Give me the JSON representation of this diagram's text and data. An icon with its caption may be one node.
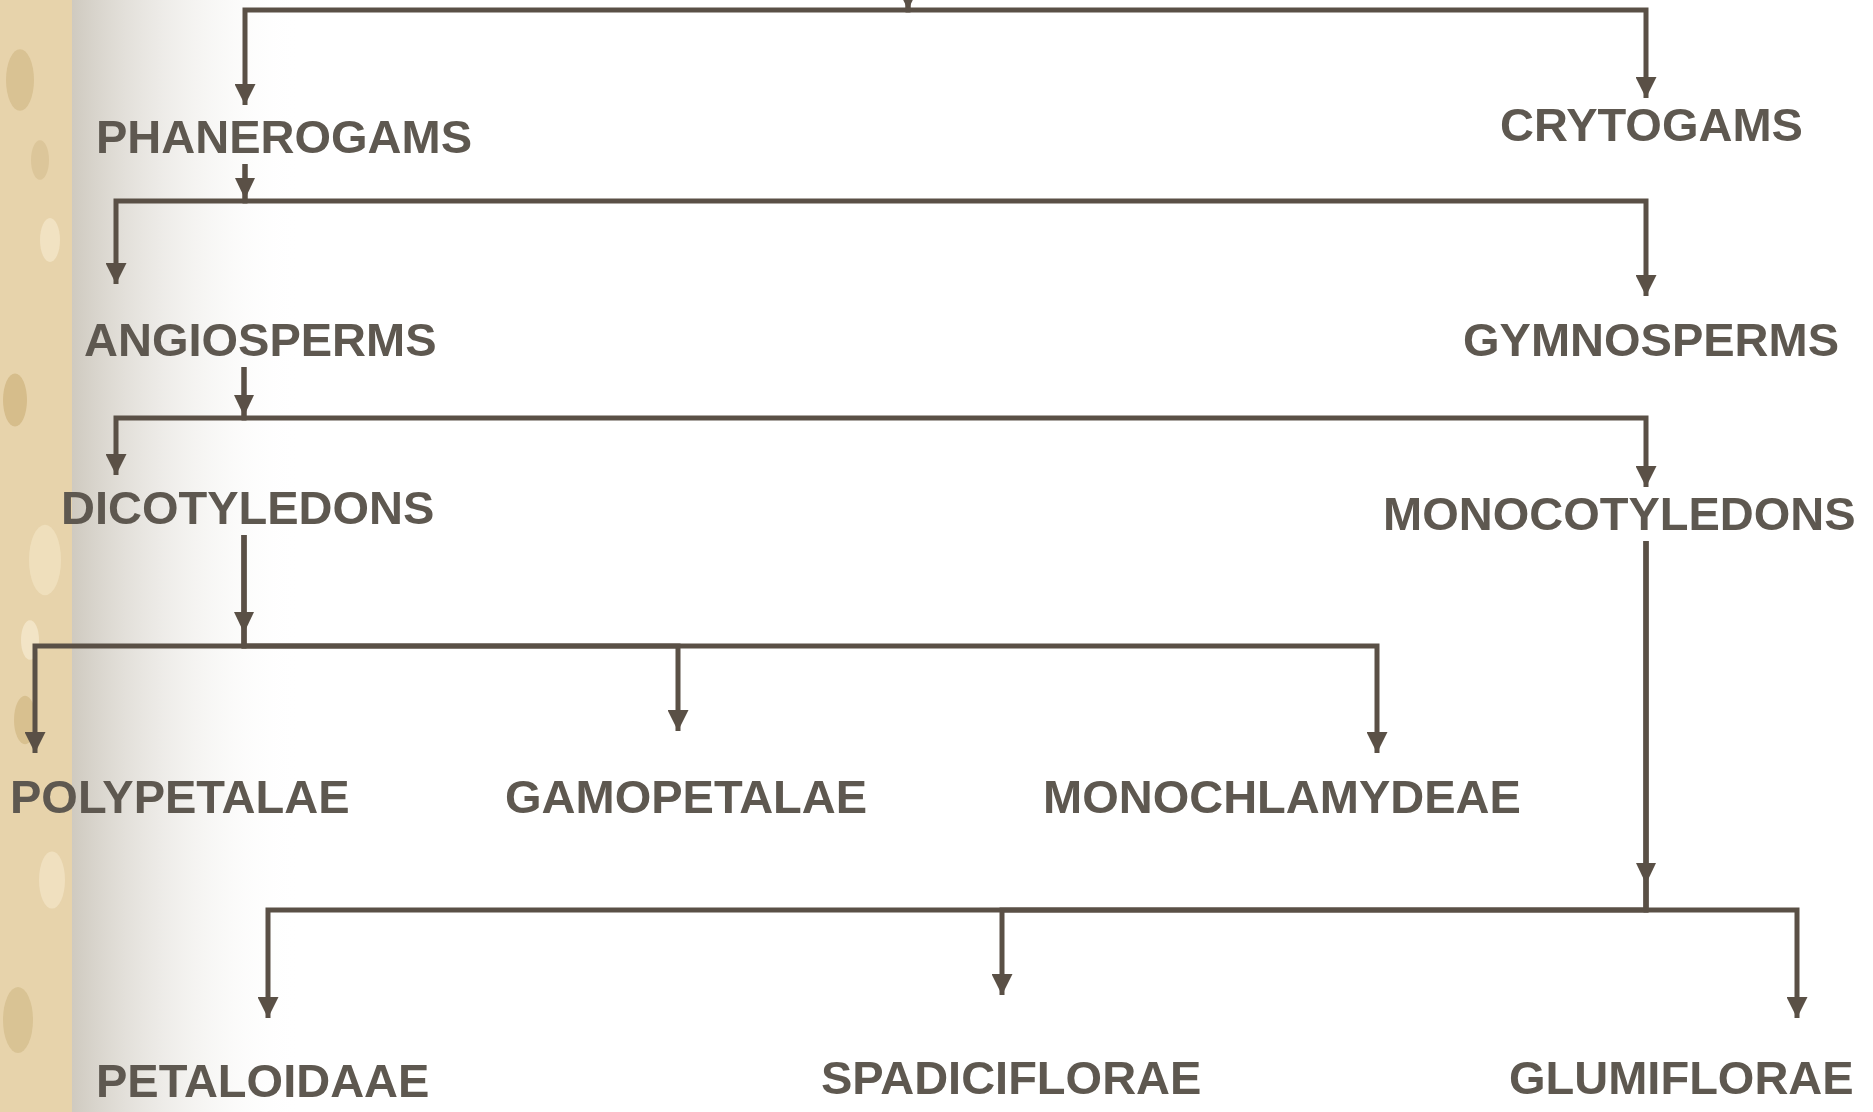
{
  "diagram": {
    "nodes": [
      {
        "text": [
          "PHANEROGAMS"
        ]
      },
      {
        "text": [
          "CRYTOGAMS"
        ]
      },
      {
        "text": [
          "ANGIOSPERMS"
        ]
      },
      {
        "text": [
          "GYMNOSPERMS"
        ]
      },
      {
        "text": [
          "DICOTYLEDONS"
        ]
      },
      {
        "text": [
          "MONOCOTYLEDONS"
        ]
      },
      {
        "text": [
          "POLYPETALAE"
        ]
      },
      {
        "text": [
          "GAMOPETALAE"
        ]
      },
      {
        "text": [
          "MONOCHLAMYDEAE"
        ]
      },
      {
        "text": [
          "PETALOIDAAE"
        ]
      },
      {
        "text": [
          "SPADICIFLORAE"
        ]
      },
      {
        "text": [
          "GLUMIFLORAE"
        ]
      }
    ],
    "edges": [
      {
        "from": null,
        "to": 0,
        "arrow": "to"
      },
      {
        "from": null,
        "to": 1,
        "arrow": "to"
      },
      {
        "from": 0,
        "to": 2,
        "arrow": "to"
      },
      {
        "from": 0,
        "to": 3,
        "arrow": "to"
      },
      {
        "from": 2,
        "to": 4,
        "arrow": "to"
      },
      {
        "from": 2,
        "to": 5,
        "arrow": "to"
      },
      {
        "from": 4,
        "to": 6,
        "arrow": "to"
      },
      {
        "from": 4,
        "to": 7,
        "arrow": "to"
      },
      {
        "from": 4,
        "to": 8,
        "arrow": "to"
      },
      {
        "from": 5,
        "to": 9,
        "arrow": "to"
      },
      {
        "from": 5,
        "to": 10,
        "arrow": "to"
      },
      {
        "from": 5,
        "to": 11,
        "arrow": "to"
      }
    ]
  }
}
